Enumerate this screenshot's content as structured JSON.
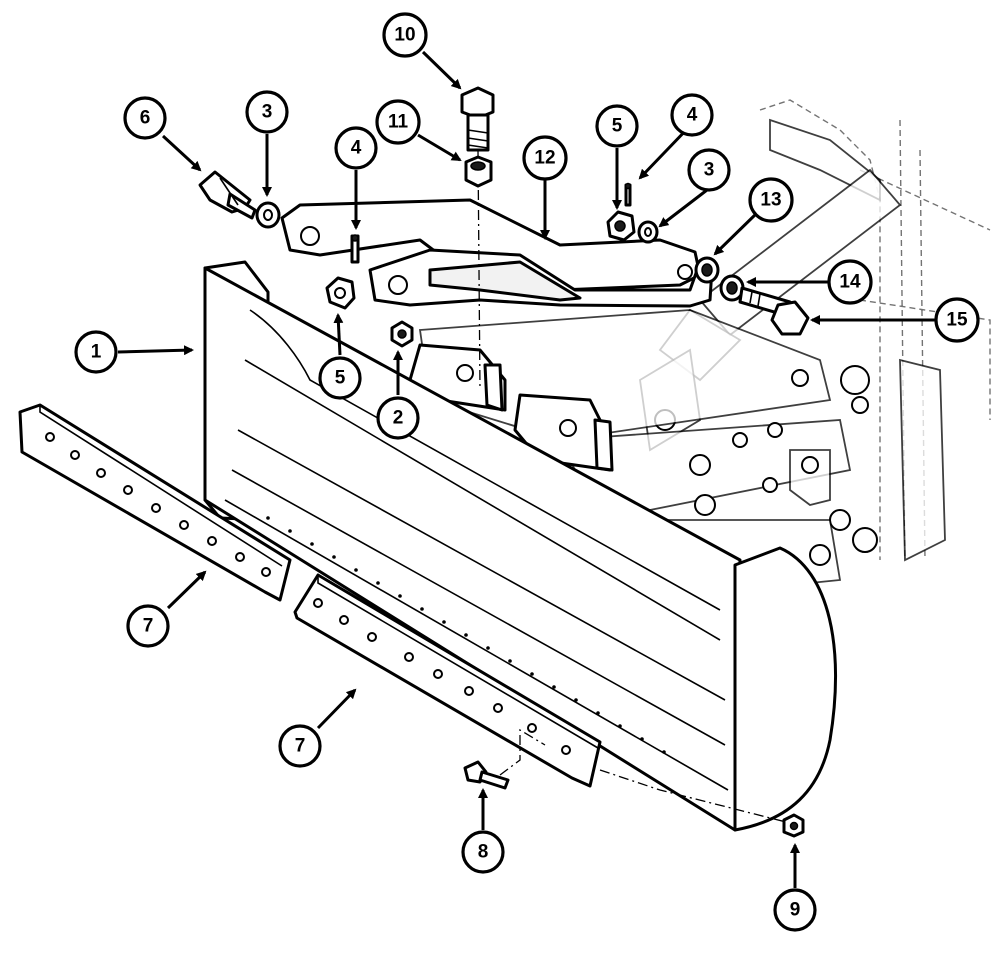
{
  "callouts": {
    "c1": "1",
    "c2": "2",
    "c3a": "3",
    "c3b": "3",
    "c4a": "4",
    "c4b": "4",
    "c5a": "5",
    "c5b": "5",
    "c6": "6",
    "c7a": "7",
    "c7b": "7",
    "c8": "8",
    "c9": "9",
    "c10": "10",
    "c11": "11",
    "c12": "12",
    "c13": "13",
    "c14": "14",
    "c15": "15"
  }
}
